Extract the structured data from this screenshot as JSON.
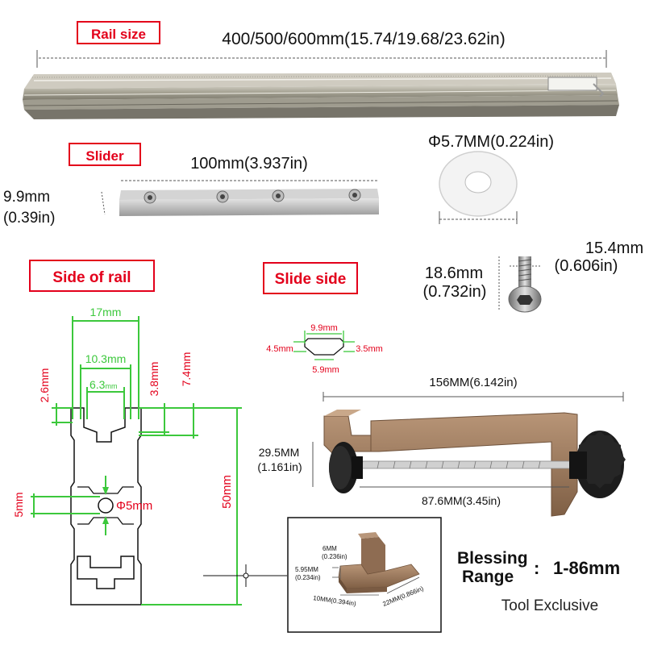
{
  "colors": {
    "label_red": "#e3001b",
    "dim_green": "#3cc83c",
    "annot_red": "#e3001b",
    "clamp_bronze": "#9c7a5e"
  },
  "rail": {
    "label": "Rail size",
    "dimension": "400/500/600mm(15.74/19.68/23.62in)"
  },
  "slider": {
    "label": "Slider",
    "length": "100mm(3.937in)",
    "height_mm": "9.9mm",
    "height_in": "(0.39in)"
  },
  "washer": {
    "dimension": "Φ5.7MM(0.224in)"
  },
  "screw": {
    "length_mm": "18.6mm",
    "length_in": "(0.732in)",
    "head_mm": "15.4mm",
    "head_in": "(0.606in)"
  },
  "side_of_rail": {
    "label": "Side of rail",
    "width_17": "17mm",
    "width_103": "10.3mm",
    "width_63": "6.3",
    "width_63_unit": "mm",
    "depth_26": "2.6mm",
    "depth_38": "3.8mm",
    "depth_74": "7.4mm",
    "hole_5": "5mm",
    "hole_phi": "Φ5mm",
    "height_50": "50mm"
  },
  "slide_side": {
    "label": "Slide side",
    "top": "9.9mm",
    "left": "4.5mm",
    "right": "3.5mm",
    "bottom": "5.9mm"
  },
  "clamp": {
    "length": "156MM(6.142in)",
    "height_mm": "29.5MM",
    "height_in": "(1.161in)",
    "rod": "87.6MM(3.45in)"
  },
  "block_inset": {
    "top_mm": "6MM",
    "top_in": "(0.236in)",
    "side_mm": "5.95MM",
    "side_in": "(0.234in)",
    "width": "10MM(0.394in)",
    "length": "22MM(0.866in)"
  },
  "blessing": {
    "line1": "Blessing",
    "line2": "Range",
    "colon": ":",
    "value": "1-86mm"
  },
  "brand": "Tool Exclusive"
}
